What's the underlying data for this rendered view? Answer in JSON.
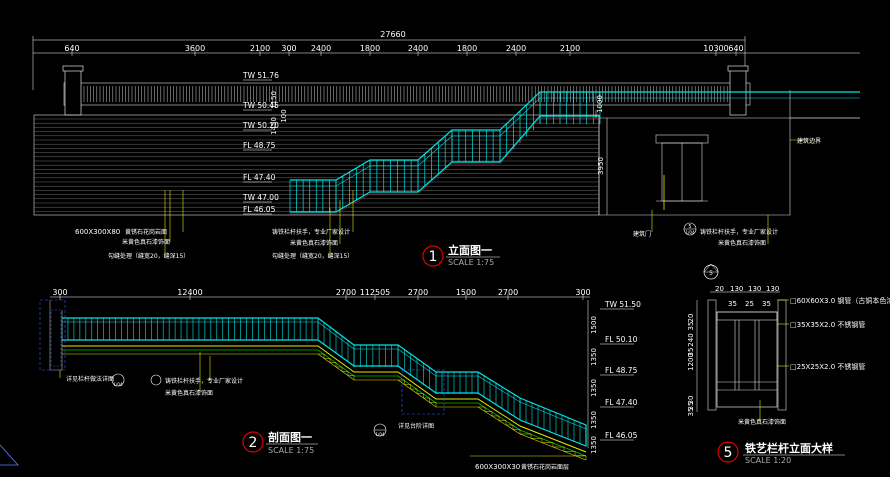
{
  "colors": {
    "background": "#000000",
    "railing": "#00e5e5",
    "wall": "#c8c8c8",
    "dim": "#ffffff",
    "yellow": "#e8e800",
    "title_circle": "#e00000",
    "green": "#00c000"
  },
  "elevation": {
    "overall_dim": "27660",
    "top_dims": [
      "640",
      "3600",
      "2100",
      "300",
      "2400",
      "1800",
      "2400",
      "1800",
      "2400",
      "2100",
      "10300",
      "640"
    ],
    "levels": [
      "TW 51.76",
      "TW 50.45",
      "TW 50.20",
      "FL 48.75",
      "FL 47.40",
      "TW 47.00",
      "FL 46.05"
    ],
    "right_dim": "3950",
    "small_dims": [
      "1150",
      "1450",
      "100",
      "1000"
    ],
    "annotations": {
      "tile": "600X300X80",
      "tile_note": "黄锈石花岗岩面",
      "paint": "米黄色真石漆饰面",
      "grout": "勾缝处理（缝宽20，缝深15）",
      "railing_note": "铸铁栏杆扶手，专业厂家设计",
      "paint2": "米黄色真石漆饰面",
      "grout2": "勾缝处理（缝宽20，缝深15）",
      "door": "建筑门",
      "railing_note2": "铸铁栏杆扶手，专业厂家设计",
      "paint3": "米黄色真石漆饰面",
      "wall_line": "建筑边界",
      "ref_num": "5",
      "ref_sheet": "1/04"
    },
    "title_num": "1",
    "title": "立面图一",
    "scale": "SCALE   1:75"
  },
  "section": {
    "top_dims": [
      "300",
      "12400",
      "2700",
      "112505",
      "2700",
      "1500",
      "2700",
      "300"
    ],
    "levels": [
      "TW 51.50",
      "FL 50.10",
      "FL 48.75",
      "FL 47.40",
      "FL 46.05"
    ],
    "right_dims": [
      "1500",
      "1350",
      "1350",
      "1350",
      "1350"
    ],
    "annotations": {
      "left_note": "详见栏杆做法详图",
      "ref_a": "1/04",
      "railing_note": "铸铁栏杆扶手，专业厂家设计",
      "paint": "米黄色真石漆饰面",
      "stair_note": "详见台阶详图",
      "ref_b": "1/04",
      "tile": "600X300X30",
      "tile_note": "黄锈石花岗岩面层"
    },
    "title_num": "2",
    "title": "剖面图一",
    "scale": "SCALE   1:75"
  },
  "detail": {
    "marker": "5",
    "top_dims": [
      "20",
      "130",
      "130",
      "130"
    ],
    "sub_dims": [
      "35",
      "25",
      "35"
    ],
    "left_dims": [
      "20",
      "35",
      "240",
      "35",
      "1200",
      "30",
      "35",
      "35"
    ],
    "labels": [
      "□60X60X3.0  钢管（古铜本色漆）",
      "□35X35X2.0  不锈钢管",
      "□25X25X2.0  不锈钢管",
      "米黄色真石漆饰面"
    ],
    "title_num": "5",
    "title": "铁艺栏杆立面大样",
    "scale": "SCALE   1:20"
  }
}
